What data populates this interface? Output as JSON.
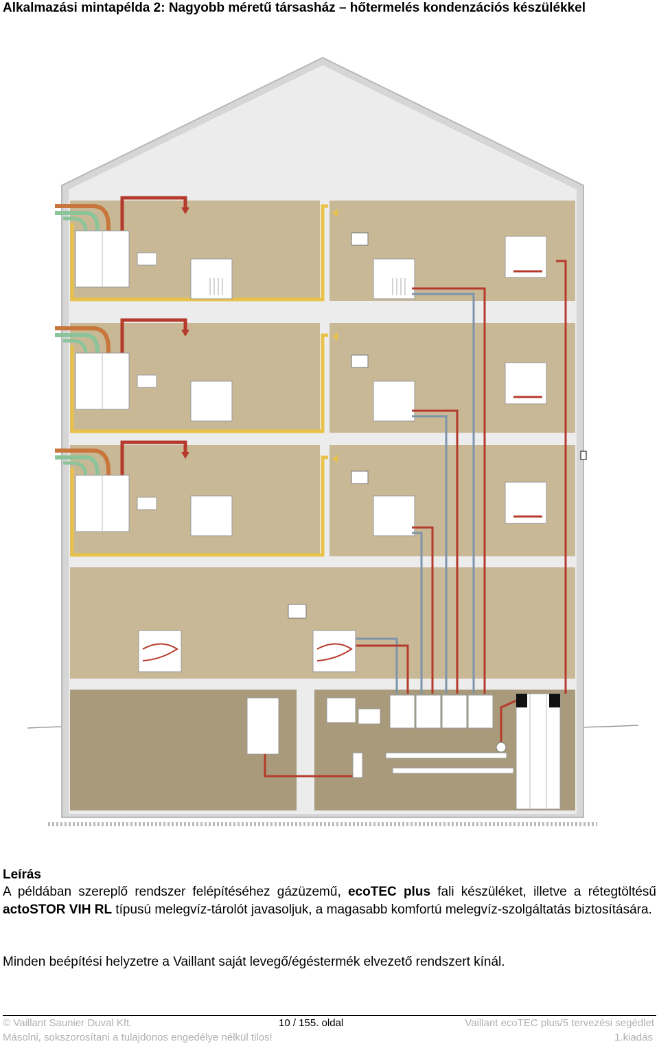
{
  "heading": "Alkalmazási mintapélda 2: Nagyobb méretű társasház – hőtermelés kondenzációs készülékkel",
  "illustration": {
    "icons": [
      "house-cross-section-icon",
      "boiler-icon",
      "radiator-icon",
      "thermostat-icon",
      "shower-icon",
      "floor-heating-icon",
      "storage-tank-icon"
    ],
    "colors": {
      "room": "#c8b896",
      "basement": "#a89a7a",
      "wall": "#d0d0d0",
      "hot_pipe": "#b53a2c",
      "cold_pipe": "#7d94ab",
      "yellow_pipe": "#e8c24a",
      "orange_pipe": "#c8763c",
      "green_pipe": "#8cc49a"
    }
  },
  "description": {
    "title": "Leírás",
    "p1_a": "A példában szereplő rendszer felépítéséhez gázüzemű, ",
    "p1_b": "ecoTEC plus",
    "p1_c": " fali készüléket, illetve a rétegtöltésű ",
    "p1_d": "actoSTOR VIH RL",
    "p1_e": " típusú melegvíz-tárolót javasoljuk, a magasabb komfortú melegvíz-szolgáltatás biztosítására.",
    "p2": "Minden beépítési helyzetre a Vaillant saját levegő/égéstermék elvezető rendszert kínál."
  },
  "footer": {
    "copyright": "© Vaillant Saunier Duval Kft.",
    "page": "10 / 155. oldal",
    "doc_title": "Vaillant ecoTEC plus/5 tervezési segédlet",
    "notice": "Másolni, sokszorosítani a tulajdonos engedélye nélkül tilos!",
    "edition": "1.kiadás"
  }
}
